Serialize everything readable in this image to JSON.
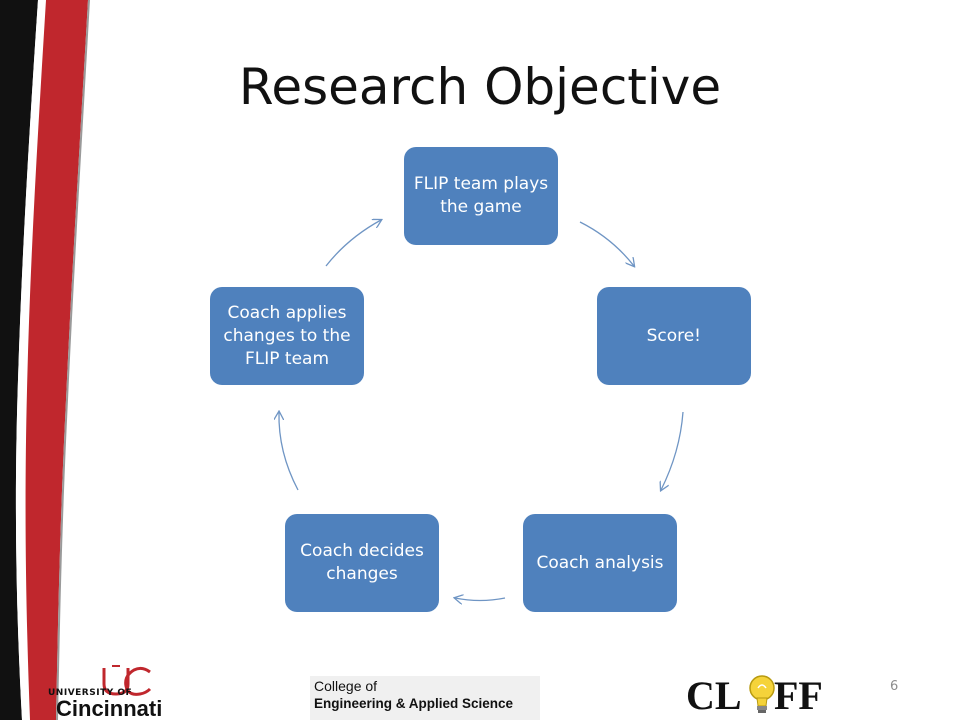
{
  "slide": {
    "title": "Research Objective",
    "slide_number": "6"
  },
  "colors": {
    "node_fill": "#4f81bd",
    "arrow": "#6f95c4",
    "sidebar_red": "#c0272d",
    "sidebar_black": "#111111"
  },
  "cycle": {
    "nodes": [
      {
        "id": "play",
        "label": "FLIP team plays the game"
      },
      {
        "id": "score",
        "label": "Score!"
      },
      {
        "id": "analysis",
        "label": "Coach analysis"
      },
      {
        "id": "decide",
        "label": "Coach decides changes"
      },
      {
        "id": "apply",
        "label": "Coach applies changes to the FLIP team"
      }
    ],
    "edges": [
      {
        "from": "play",
        "to": "score"
      },
      {
        "from": "score",
        "to": "analysis"
      },
      {
        "from": "analysis",
        "to": "decide"
      },
      {
        "from": "decide",
        "to": "apply"
      },
      {
        "from": "apply",
        "to": "play"
      }
    ]
  },
  "footer": {
    "uc_logo": {
      "line1": "UNIVERSITY OF",
      "line2": "Cincinnati"
    },
    "college_logo": {
      "line1": "College of",
      "line2": "Engineering & Applied Science"
    },
    "cliff_logo": {
      "left": "CL",
      "right": "FF",
      "icon": "lightbulb-icon"
    }
  }
}
